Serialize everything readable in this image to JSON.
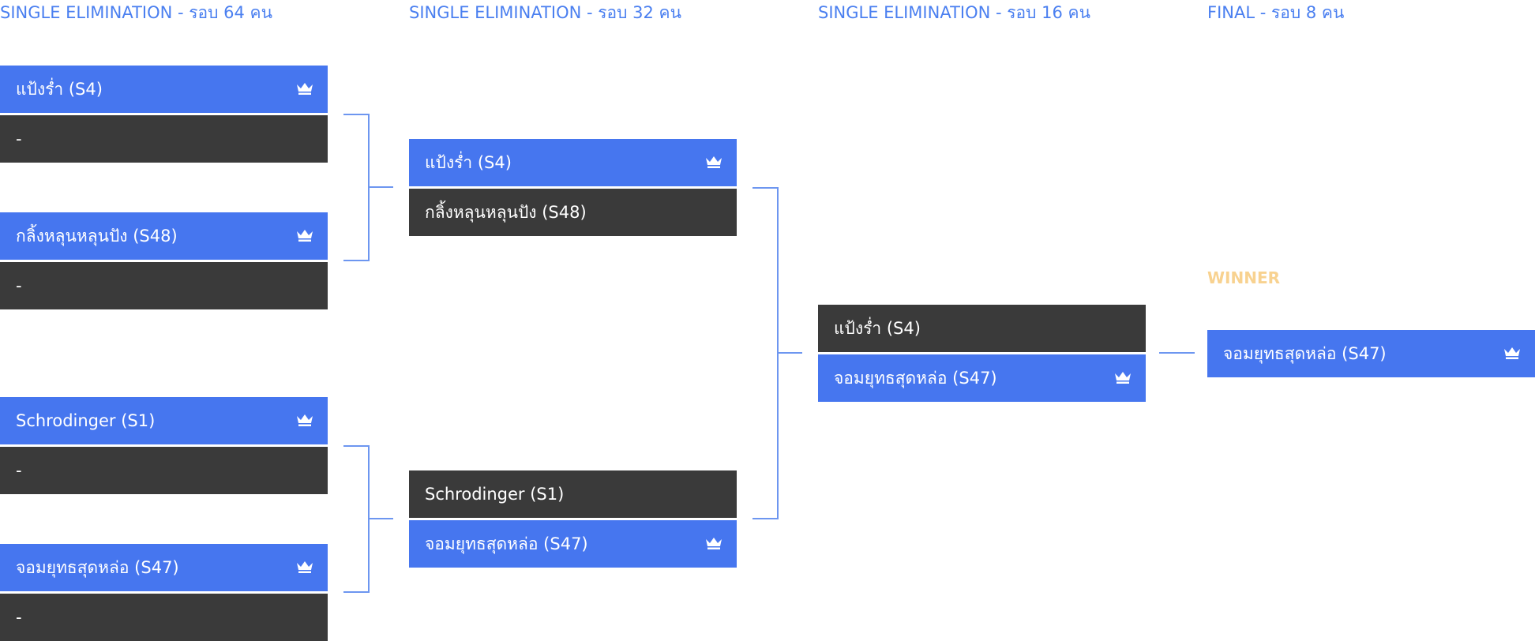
{
  "rounds": [
    {
      "title": "SINGLE ELIMINATION - รอบ 64 คน"
    },
    {
      "title": "SINGLE ELIMINATION - รอบ 32 คน"
    },
    {
      "title": "SINGLE ELIMINATION - รอบ 16 คน"
    },
    {
      "title": "FINAL - รอบ 8 คน"
    }
  ],
  "r64": [
    {
      "name": "แป้งร่ำ (S4)"
    },
    {
      "name": "-"
    },
    {
      "name": "กลิ้งหลุนหลุนปัง (S48)"
    },
    {
      "name": "-"
    },
    {
      "name": "Schrodinger (S1)"
    },
    {
      "name": "-"
    },
    {
      "name": "จอมยุทธสุดหล่อ (S47)"
    },
    {
      "name": "-"
    }
  ],
  "r32": [
    {
      "name": "แป้งร่ำ (S4)"
    },
    {
      "name": "กลิ้งหลุนหลุนปัง (S48)"
    },
    {
      "name": "Schrodinger (S1)"
    },
    {
      "name": "จอมยุทธสุดหล่อ (S47)"
    }
  ],
  "r16": [
    {
      "name": "แป้งร่ำ (S4)"
    },
    {
      "name": "จอมยุทธสุดหล่อ (S47)"
    }
  ],
  "final": {
    "winner_label": "WINNER",
    "name": "จอมยุทธสุดหล่อ (S47)"
  },
  "colors": {
    "title": "#4a7ff0",
    "winner_slot": "#4676ef",
    "loser_slot": "#3a3a3a",
    "connector": "#6d96f0",
    "winner_label": "#f8d290"
  },
  "icons": {
    "winner_marker": "crown-icon"
  }
}
